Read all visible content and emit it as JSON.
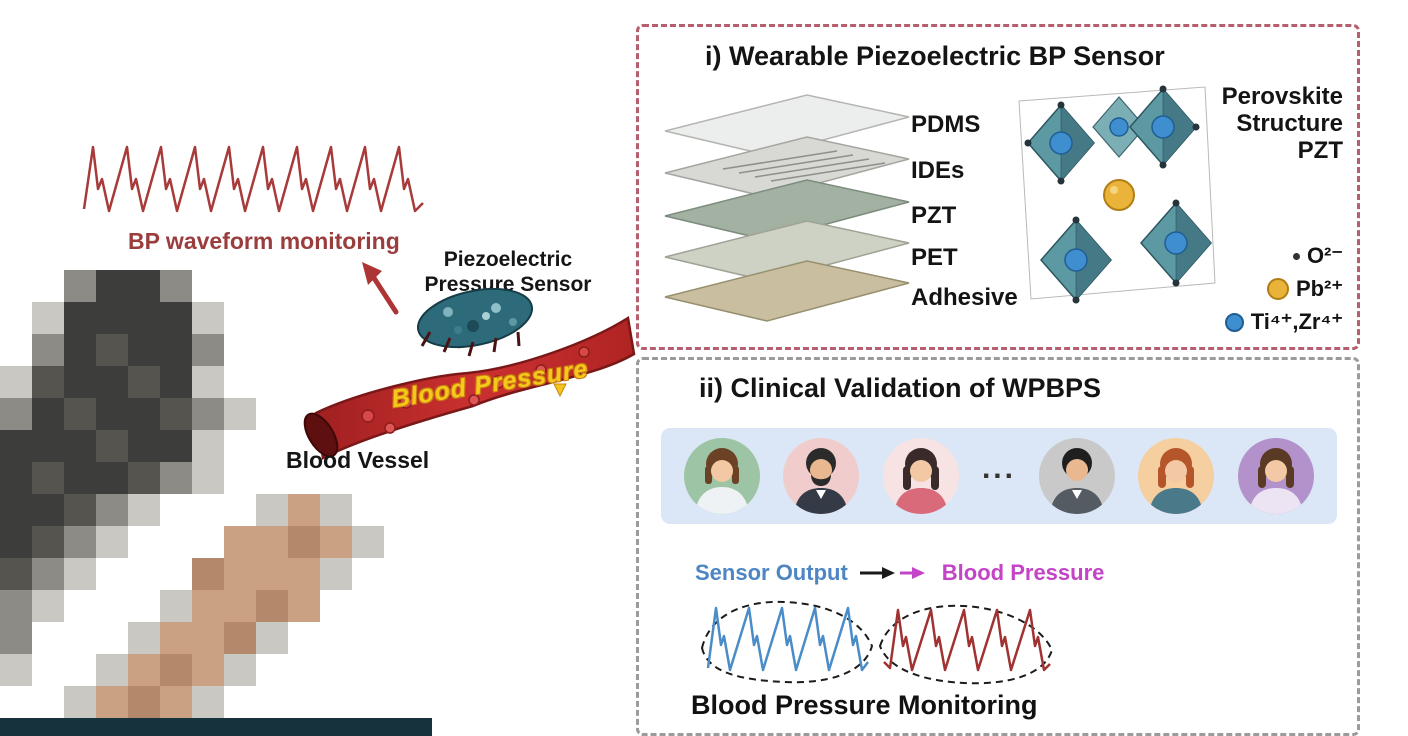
{
  "left_scene": {
    "bp_waveform_label": "BP waveform monitoring",
    "piezo_sensor_label_line1": "Piezoelectric",
    "piezo_sensor_label_line2": "Pressure Sensor",
    "vessel_text": "Blood Pressure",
    "vessel_label": "Blood Vessel"
  },
  "panel_sensor": {
    "title": "i) Wearable Piezoelectric BP Sensor",
    "layers": [
      "PDMS",
      "IDEs",
      "PZT",
      "PET",
      "Adhesive"
    ],
    "perovskite_line1": "Perovskite",
    "perovskite_line2": "Structure",
    "perovskite_line3": "PZT",
    "legend": [
      {
        "ion": "O²⁻"
      },
      {
        "ion": "Pb²⁺"
      },
      {
        "ion": "Ti⁴⁺,Zr⁴⁺"
      }
    ]
  },
  "panel_clinical": {
    "title": "ii) Clinical Validation of WPBPS",
    "ellipsis": "...",
    "sensor_output_label": "Sensor Output",
    "blood_pressure_label": "Blood Pressure",
    "monitoring_label": "Blood Pressure Monitoring"
  },
  "colors": {
    "waveform_red": "#a83a3a",
    "sensor_output_blue": "#4e86c4",
    "blood_pressure_magenta": "#c344c6",
    "vessel_text_yellow": "#f6c81c",
    "panel_sensor_border": "#b55f6e",
    "panel_clinical_border": "#9b9b9b",
    "participants_band_bg": "#dbe7f6"
  }
}
